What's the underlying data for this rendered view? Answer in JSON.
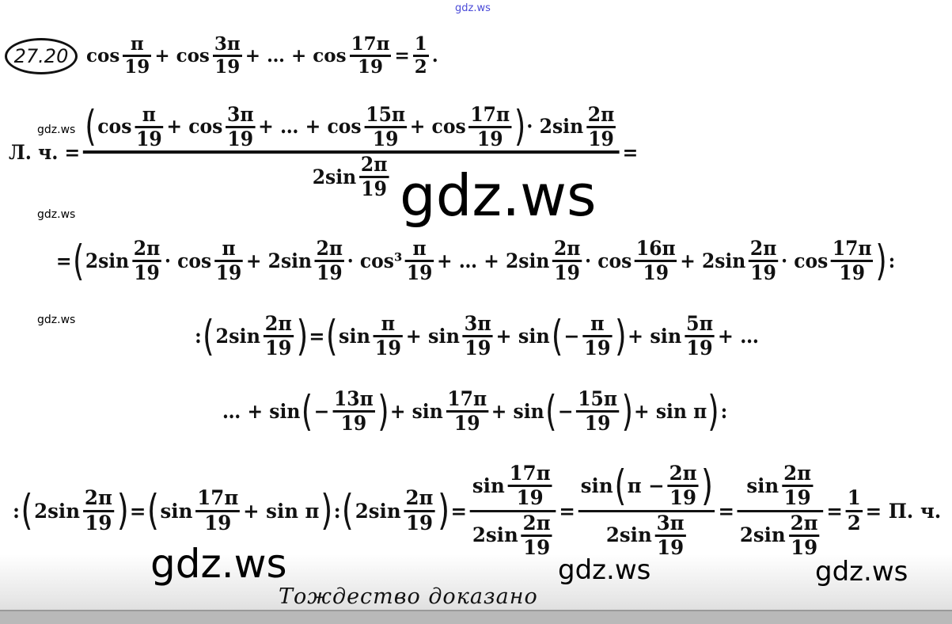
{
  "watermarks": {
    "top": "gdz.ws",
    "small1": "gdz.ws",
    "small2": "gdz.ws",
    "small3": "gdz.ws",
    "big": "gdz.ws",
    "bottom_left": "gdz.ws",
    "bottom_mid": "gdz.ws",
    "bottom_right": "gdz.ws"
  },
  "problem_number": "27.20",
  "conclusion": "Тождество доказано",
  "lines": [
    [
      {
        "t": "cos"
      },
      {
        "n": "π",
        "d": "19"
      },
      {
        "t": "+ cos"
      },
      {
        "n": "3π",
        "d": "19"
      },
      {
        "t": "+ … + cos"
      },
      {
        "n": "17π",
        "d": "19"
      },
      {
        "t": "="
      },
      {
        "n": "1",
        "d": "2"
      },
      {
        "t": "."
      }
    ],
    [
      {
        "t": "Л. ч. ="
      },
      {
        "big": true,
        "n": [
          {
            "p": "("
          },
          {
            "t": "cos"
          },
          {
            "n": "π",
            "d": "19"
          },
          {
            "t": "+ cos"
          },
          {
            "n": "3π",
            "d": "19"
          },
          {
            "t": "+ … + cos"
          },
          {
            "n": "15π",
            "d": "19"
          },
          {
            "t": "+ cos"
          },
          {
            "n": "17π",
            "d": "19"
          },
          {
            "p": ")"
          },
          {
            "t": "· 2sin"
          },
          {
            "n": "2π",
            "d": "19"
          }
        ],
        "d": [
          {
            "t": "2sin"
          },
          {
            "n": "2π",
            "d": "19"
          }
        ]
      },
      {
        "t": "="
      }
    ],
    [
      {
        "t": "="
      },
      {
        "p": "("
      },
      {
        "t": "2sin"
      },
      {
        "n": "2π",
        "d": "19"
      },
      {
        "t": "· cos"
      },
      {
        "n": "π",
        "d": "19"
      },
      {
        "t": "+ 2sin"
      },
      {
        "n": "2π",
        "d": "19"
      },
      {
        "t": "· cos³"
      },
      {
        "n": "π",
        "d": "19"
      },
      {
        "t": "+ … + 2sin"
      },
      {
        "n": "2π",
        "d": "19"
      },
      {
        "t": "· cos"
      },
      {
        "n": "16π",
        "d": "19"
      },
      {
        "t": "+ 2sin"
      },
      {
        "n": "2π",
        "d": "19"
      },
      {
        "t": "· cos"
      },
      {
        "n": "17π",
        "d": "19"
      },
      {
        "p": ")"
      },
      {
        "t": ":"
      }
    ],
    [
      {
        "t": ":"
      },
      {
        "p": "("
      },
      {
        "t": "2sin"
      },
      {
        "n": "2π",
        "d": "19"
      },
      {
        "p": ")"
      },
      {
        "t": "="
      },
      {
        "p": "("
      },
      {
        "t": "sin"
      },
      {
        "n": "π",
        "d": "19"
      },
      {
        "t": "+ sin"
      },
      {
        "n": "3π",
        "d": "19"
      },
      {
        "t": "+ sin"
      },
      {
        "p": "("
      },
      {
        "t": "−"
      },
      {
        "n": "π",
        "d": "19"
      },
      {
        "p": ")"
      },
      {
        "t": "+ sin"
      },
      {
        "n": "5π",
        "d": "19"
      },
      {
        "t": "+ …"
      }
    ],
    [
      {
        "t": "… + sin"
      },
      {
        "p": "("
      },
      {
        "t": "−"
      },
      {
        "n": "13π",
        "d": "19"
      },
      {
        "p": ")"
      },
      {
        "t": "+ sin"
      },
      {
        "n": "17π",
        "d": "19"
      },
      {
        "t": "+ sin"
      },
      {
        "p": "("
      },
      {
        "t": "−"
      },
      {
        "n": "15π",
        "d": "19"
      },
      {
        "p": ")"
      },
      {
        "t": "+ sin π"
      },
      {
        "p": ")"
      },
      {
        "t": ":"
      }
    ],
    [
      {
        "t": ":"
      },
      {
        "p": "("
      },
      {
        "t": "2sin"
      },
      {
        "n": "2π",
        "d": "19"
      },
      {
        "p": ")"
      },
      {
        "t": "="
      },
      {
        "p": "("
      },
      {
        "t": "sin"
      },
      {
        "n": "17π",
        "d": "19"
      },
      {
        "t": "+ sin π"
      },
      {
        "p": ")"
      },
      {
        "t": ":"
      },
      {
        "p": "("
      },
      {
        "t": "2sin"
      },
      {
        "n": "2π",
        "d": "19"
      },
      {
        "p": ")"
      },
      {
        "t": "="
      },
      {
        "n": [
          {
            "t": "sin"
          },
          {
            "n": "17π",
            "d": "19"
          }
        ],
        "d": [
          {
            "t": "2sin"
          },
          {
            "n": "2π",
            "d": "19"
          }
        ]
      },
      {
        "t": "="
      },
      {
        "n": [
          {
            "t": "sin"
          },
          {
            "p": "("
          },
          {
            "t": "π −"
          },
          {
            "n": "2π",
            "d": "19"
          },
          {
            "p": ")"
          }
        ],
        "d": [
          {
            "t": "2sin"
          },
          {
            "n": "3π",
            "d": "19"
          }
        ]
      },
      {
        "t": "="
      },
      {
        "n": [
          {
            "t": "sin"
          },
          {
            "n": "2π",
            "d": "19"
          }
        ],
        "d": [
          {
            "t": "2sin"
          },
          {
            "n": "2π",
            "d": "19"
          }
        ]
      },
      {
        "t": "="
      },
      {
        "n": "1",
        "d": "2"
      },
      {
        "t": "= П. ч."
      }
    ]
  ]
}
